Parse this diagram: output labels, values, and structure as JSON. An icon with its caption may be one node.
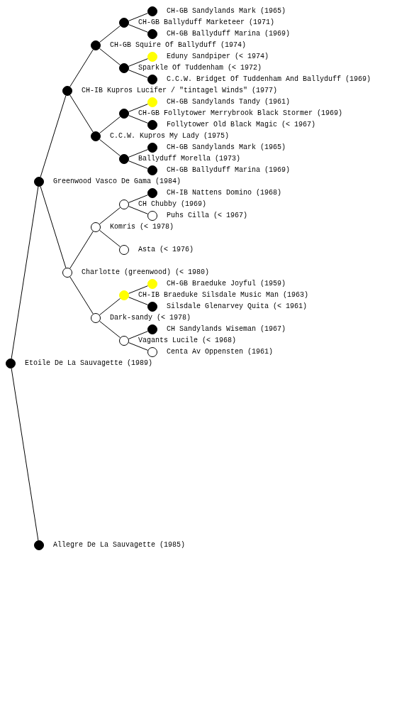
{
  "diagram": {
    "nodes": [
      {
        "text": [
          "CH-GB Sandylands Mark (1965)"
        ]
      },
      {
        "text": [
          "CH-GB Ballyduff Marketeer (1971)"
        ]
      },
      {
        "text": [
          "CH-GB Ballyduff Marina (1969)"
        ]
      },
      {
        "text": [
          "CH-GB Squire Of Ballyduff (1974)"
        ]
      },
      {
        "text": [
          "Eduny Sandpiper (< 1974)"
        ]
      },
      {
        "text": [
          "Sparkle Of Tuddenham (< 1972)"
        ]
      },
      {
        "text": [
          "C.C.W. Bridget Of Tuddenham And Ballyduff (1969)"
        ]
      },
      {
        "text": [
          "CH-IB Kupros Lucifer / \"tintagel Winds\" (1977)"
        ]
      },
      {
        "text": [
          "CH-GB Sandylands Tandy (1961)"
        ]
      },
      {
        "text": [
          "CH-GB Follytower Merrybrook Black Stormer (1969)"
        ]
      },
      {
        "text": [
          "Follytower Old Black Magic (< 1967)"
        ]
      },
      {
        "text": [
          "C.C.W. Kupros My Lady (1975)"
        ]
      },
      {
        "text": [
          "CH-GB Sandylands Mark (1965)"
        ]
      },
      {
        "text": [
          "Ballyduff Morella (1973)"
        ]
      },
      {
        "text": [
          "CH-GB Ballyduff Marina (1969)"
        ]
      },
      {
        "text": [
          "Greenwood Vasco De Gama (1984)"
        ]
      },
      {
        "text": [
          "CH-IB Nattens Domino (1968)"
        ]
      },
      {
        "text": [
          "CH Chubby (1969)"
        ]
      },
      {
        "text": [
          "Puhs Cilla (< 1967)"
        ]
      },
      {
        "text": [
          "Komris (< 1978)"
        ]
      },
      {
        "text": [
          "Asta (< 1976)"
        ]
      },
      {
        "text": [
          "Charlotte (greenwood) (< 1980)"
        ]
      },
      {
        "text": [
          "CH-GB Braeduke Joyful (1959)"
        ]
      },
      {
        "text": [
          "CH-IB Braeduke Silsdale Music Man (1963)"
        ]
      },
      {
        "text": [
          "Silsdale Glenarvey Quita (< 1961)"
        ]
      },
      {
        "text": [
          "Dark-sandy (< 1978)"
        ]
      },
      {
        "text": [
          "CH Sandylands Wiseman (1967)"
        ]
      },
      {
        "text": [
          "Vagants Lucile (< 1968)"
        ]
      },
      {
        "text": [
          "Centa Av Oppensten (1961)"
        ]
      },
      {
        "text": [
          "Etoile De La Sauvagette (1989)"
        ]
      },
      {
        "text": [
          "Allegre De La Sauvagette (1985)"
        ]
      }
    ],
    "edges": [
      {
        "from": 29,
        "to": 15,
        "arrow": "none"
      },
      {
        "from": 29,
        "to": 30,
        "arrow": "none"
      },
      {
        "from": 15,
        "to": 7,
        "arrow": "none"
      },
      {
        "from": 15,
        "to": 21,
        "arrow": "none"
      },
      {
        "from": 7,
        "to": 3,
        "arrow": "none"
      },
      {
        "from": 7,
        "to": 11,
        "arrow": "none"
      },
      {
        "from": 3,
        "to": 1,
        "arrow": "none"
      },
      {
        "from": 3,
        "to": 5,
        "arrow": "none"
      },
      {
        "from": 1,
        "to": 0,
        "arrow": "none"
      },
      {
        "from": 1,
        "to": 2,
        "arrow": "none"
      },
      {
        "from": 5,
        "to": 4,
        "arrow": "none"
      },
      {
        "from": 5,
        "to": 6,
        "arrow": "none"
      },
      {
        "from": 11,
        "to": 9,
        "arrow": "none"
      },
      {
        "from": 11,
        "to": 13,
        "arrow": "none"
      },
      {
        "from": 9,
        "to": 8,
        "arrow": "none"
      },
      {
        "from": 9,
        "to": 10,
        "arrow": "none"
      },
      {
        "from": 13,
        "to": 12,
        "arrow": "none"
      },
      {
        "from": 13,
        "to": 14,
        "arrow": "none"
      },
      {
        "from": 21,
        "to": 19,
        "arrow": "none"
      },
      {
        "from": 21,
        "to": 25,
        "arrow": "none"
      },
      {
        "from": 19,
        "to": 17,
        "arrow": "none"
      },
      {
        "from": 19,
        "to": 20,
        "arrow": "none"
      },
      {
        "from": 17,
        "to": 16,
        "arrow": "none"
      },
      {
        "from": 17,
        "to": 18,
        "arrow": "none"
      },
      {
        "from": 25,
        "to": 23,
        "arrow": "none"
      },
      {
        "from": 25,
        "to": 27,
        "arrow": "none"
      },
      {
        "from": 23,
        "to": 22,
        "arrow": "none"
      },
      {
        "from": 23,
        "to": 24,
        "arrow": "none"
      },
      {
        "from": 27,
        "to": 26,
        "arrow": "none"
      },
      {
        "from": 27,
        "to": 28,
        "arrow": "none"
      }
    ]
  }
}
